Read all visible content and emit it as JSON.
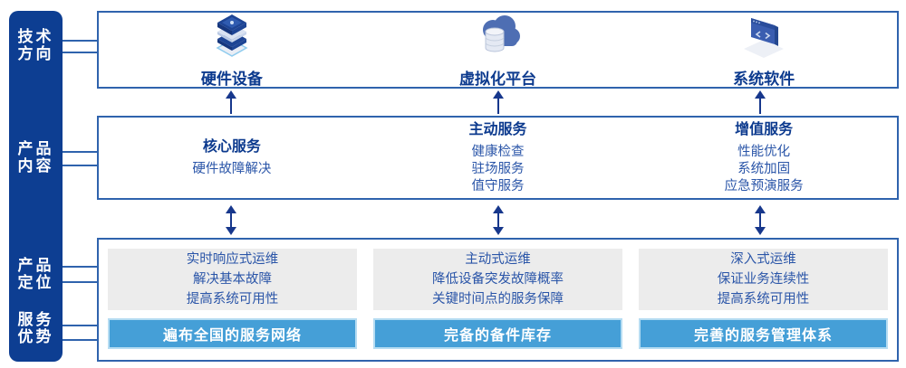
{
  "colors": {
    "sidebar_bg": "#0d3e92",
    "box_border": "#2f63ad",
    "title_text": "#0c3a8e",
    "body_text": "#2a55a8",
    "arrow": "#17378c",
    "gray_panel_bg": "#ececec",
    "bar_bg": "#459fd7",
    "bar_border": "#b5dcf2",
    "bar_text": "#ffffff"
  },
  "sidebar": {
    "labels": [
      {
        "id": "tech-direction",
        "lines": [
          "技术",
          "方向"
        ]
      },
      {
        "id": "product-content",
        "lines": [
          "产品",
          "内容"
        ]
      },
      {
        "id": "product-position",
        "lines": [
          "产品",
          "定位"
        ]
      },
      {
        "id": "service-advantage",
        "lines": [
          "服务",
          "优势"
        ]
      }
    ]
  },
  "tech_row": {
    "items": [
      {
        "icon": "server-stack-icon",
        "label": "硬件设备"
      },
      {
        "icon": "cloud-database-icon",
        "label": "虚拟化平台"
      },
      {
        "icon": "code-window-icon",
        "label": "系统软件"
      }
    ]
  },
  "content_row": {
    "columns": [
      {
        "title": "核心服务",
        "items": [
          "硬件故障解决"
        ]
      },
      {
        "title": "主动服务",
        "items": [
          "健康检查",
          "驻场服务",
          "值守服务"
        ]
      },
      {
        "title": "增值服务",
        "items": [
          "性能优化",
          "系统加固",
          "应急预演服务"
        ]
      }
    ]
  },
  "position_row": {
    "columns": [
      {
        "points": [
          "实时响应式运维",
          "解决基本故障",
          "提高系统可用性"
        ],
        "bar": "遍布全国的服务网络"
      },
      {
        "points": [
          "主动式运维",
          "降低设备突发故障概率",
          "关键时间点的服务保障"
        ],
        "bar": "完备的备件库存"
      },
      {
        "points": [
          "深入式运维",
          "保证业务连续性",
          "提高系统可用性"
        ],
        "bar": "完善的服务管理体系"
      }
    ]
  }
}
